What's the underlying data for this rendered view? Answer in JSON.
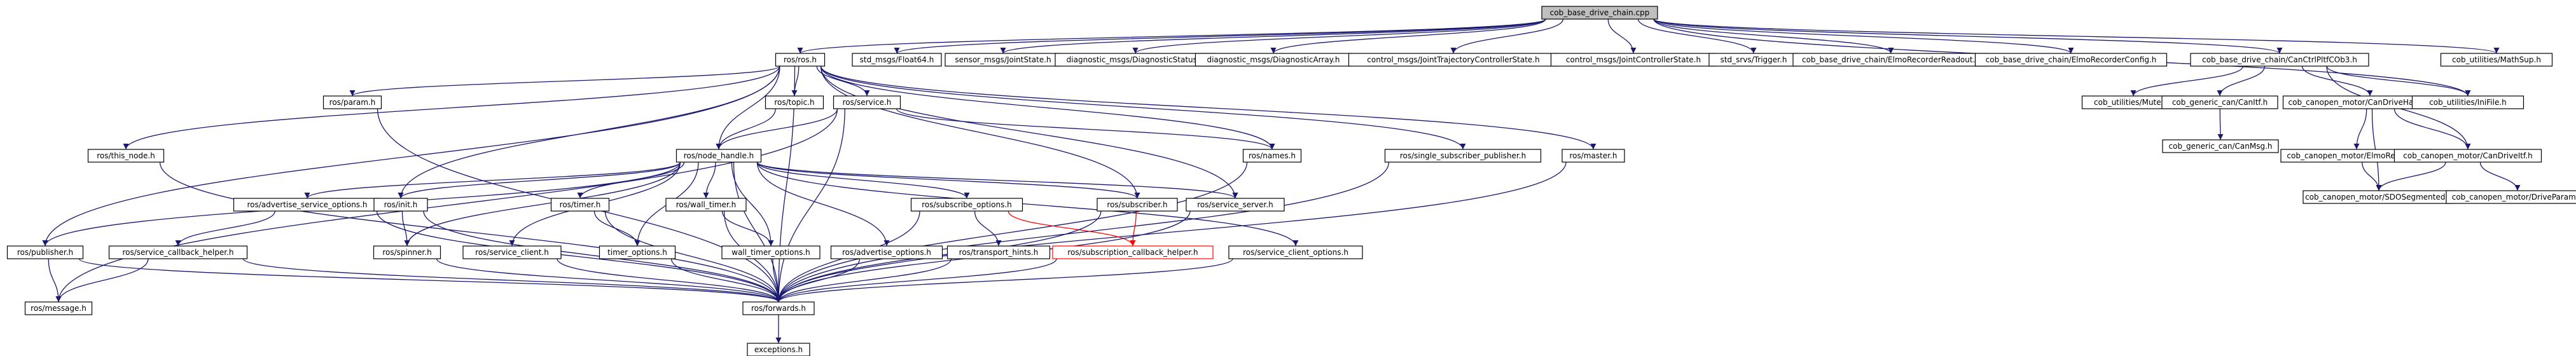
{
  "colors": {
    "edge": "#191970",
    "edge_highlight": "#ff0000",
    "root_fill": "#bfbfbf",
    "node_border": "#000000",
    "node_border_highlight": "#ff0000"
  },
  "nodes": [
    {
      "id": "root",
      "label": "cob_base_drive_chain.cpp",
      "style": "root"
    },
    {
      "id": "rosros",
      "label": "ros/ros.h"
    },
    {
      "id": "float64",
      "label": "std_msgs/Float64.h"
    },
    {
      "id": "jointstate",
      "label": "sensor_msgs/JointState.h"
    },
    {
      "id": "diagstatus",
      "label": "diagnostic_msgs/DiagnosticStatus.h"
    },
    {
      "id": "diagarray",
      "label": "diagnostic_msgs/DiagnosticArray.h"
    },
    {
      "id": "jtcstate",
      "label": "control_msgs/JointTrajectoryControllerState.h"
    },
    {
      "id": "jcstate",
      "label": "control_msgs/JointControllerState.h"
    },
    {
      "id": "trigger",
      "label": "std_srvs/Trigger.h"
    },
    {
      "id": "elmoreadout",
      "label": "cob_base_drive_chain/ElmoRecorderReadout.h"
    },
    {
      "id": "elmoconfig",
      "label": "cob_base_drive_chain/ElmoRecorderConfig.h"
    },
    {
      "id": "canctrl",
      "label": "cob_base_drive_chain/CanCtrlPltfCOb3.h"
    },
    {
      "id": "mathsup",
      "label": "cob_utilities/MathSup.h"
    },
    {
      "id": "thisnode",
      "label": "ros/this_node.h"
    },
    {
      "id": "param",
      "label": "ros/param.h"
    },
    {
      "id": "topic",
      "label": "ros/topic.h"
    },
    {
      "id": "service",
      "label": "ros/service.h"
    },
    {
      "id": "names",
      "label": "ros/names.h"
    },
    {
      "id": "singlepub",
      "label": "ros/single_subscriber_publisher.h"
    },
    {
      "id": "master",
      "label": "ros/master.h"
    },
    {
      "id": "mutex",
      "label": "cob_utilities/Mutex.h"
    },
    {
      "id": "canitf",
      "label": "cob_generic_can/CanItf.h"
    },
    {
      "id": "candriveharm",
      "label": "cob_canopen_motor/CanDriveHarmonica.h"
    },
    {
      "id": "inifile",
      "label": "cob_utilities/IniFile.h"
    },
    {
      "id": "nodehandle",
      "label": "ros/node_handle.h"
    },
    {
      "id": "canmsg",
      "label": "cob_generic_can/CanMsg.h"
    },
    {
      "id": "elmorec",
      "label": "cob_canopen_motor/ElmoRecorder.h"
    },
    {
      "id": "candriveitf",
      "label": "cob_canopen_motor/CanDriveItf.h"
    },
    {
      "id": "advsrvopts",
      "label": "ros/advertise_service_options.h"
    },
    {
      "id": "rosinit",
      "label": "ros/init.h"
    },
    {
      "id": "rostimer",
      "label": "ros/timer.h"
    },
    {
      "id": "walltimer",
      "label": "ros/wall_timer.h"
    },
    {
      "id": "subopts",
      "label": "ros/subscribe_options.h"
    },
    {
      "id": "subscriber",
      "label": "ros/subscriber.h"
    },
    {
      "id": "srvserver",
      "label": "ros/service_server.h"
    },
    {
      "id": "sdoseg",
      "label": "cob_canopen_motor/SDOSegmented.h"
    },
    {
      "id": "driveparam",
      "label": "cob_canopen_motor/DriveParam.h"
    },
    {
      "id": "publisher",
      "label": "ros/publisher.h"
    },
    {
      "id": "srvcbhelper",
      "label": "ros/service_callback_helper.h"
    },
    {
      "id": "spinner",
      "label": "ros/spinner.h"
    },
    {
      "id": "srvclient",
      "label": "ros/service_client.h"
    },
    {
      "id": "timeropts",
      "label": "timer_options.h"
    },
    {
      "id": "walltimeropts",
      "label": "wall_timer_options.h"
    },
    {
      "id": "advopts",
      "label": "ros/advertise_options.h"
    },
    {
      "id": "transporthints",
      "label": "ros/transport_hints.h"
    },
    {
      "id": "subcbhelper",
      "label": "ros/subscription_callback_helper.h",
      "style": "red"
    },
    {
      "id": "srvclientopts",
      "label": "ros/service_client_options.h"
    },
    {
      "id": "message",
      "label": "ros/message.h"
    },
    {
      "id": "forwards",
      "label": "ros/forwards.h"
    },
    {
      "id": "exceptions",
      "label": "exceptions.h"
    }
  ],
  "edges": [
    [
      "root",
      "rosros"
    ],
    [
      "root",
      "float64"
    ],
    [
      "root",
      "jointstate"
    ],
    [
      "root",
      "diagstatus"
    ],
    [
      "root",
      "diagarray"
    ],
    [
      "root",
      "jtcstate"
    ],
    [
      "root",
      "jcstate"
    ],
    [
      "root",
      "trigger"
    ],
    [
      "root",
      "elmoreadout"
    ],
    [
      "root",
      "elmoconfig"
    ],
    [
      "root",
      "canctrl"
    ],
    [
      "root",
      "mathsup"
    ],
    [
      "root",
      "inifile"
    ],
    [
      "rosros",
      "thisnode"
    ],
    [
      "rosros",
      "param"
    ],
    [
      "rosros",
      "topic"
    ],
    [
      "rosros",
      "service"
    ],
    [
      "rosros",
      "names"
    ],
    [
      "rosros",
      "singlepub"
    ],
    [
      "rosros",
      "master"
    ],
    [
      "rosros",
      "nodehandle"
    ],
    [
      "rosros",
      "rosinit"
    ],
    [
      "rosros",
      "publisher"
    ],
    [
      "rosros",
      "subscriber"
    ],
    [
      "rosros",
      "srvserver"
    ],
    [
      "rosros",
      "forwards"
    ],
    [
      "thisnode",
      "forwards"
    ],
    [
      "param",
      "forwards"
    ],
    [
      "topic",
      "nodehandle"
    ],
    [
      "service",
      "nodehandle"
    ],
    [
      "service",
      "names"
    ],
    [
      "service",
      "forwards"
    ],
    [
      "service",
      "message"
    ],
    [
      "names",
      "forwards"
    ],
    [
      "singlepub",
      "forwards"
    ],
    [
      "master",
      "forwards"
    ],
    [
      "nodehandle",
      "advsrvopts"
    ],
    [
      "nodehandle",
      "rosinit"
    ],
    [
      "nodehandle",
      "rostimer"
    ],
    [
      "nodehandle",
      "walltimer"
    ],
    [
      "nodehandle",
      "subopts"
    ],
    [
      "nodehandle",
      "subscriber"
    ],
    [
      "nodehandle",
      "srvserver"
    ],
    [
      "nodehandle",
      "publisher"
    ],
    [
      "nodehandle",
      "srvclient"
    ],
    [
      "nodehandle",
      "timeropts"
    ],
    [
      "nodehandle",
      "walltimeropts"
    ],
    [
      "nodehandle",
      "advopts"
    ],
    [
      "nodehandle",
      "srvclientopts"
    ],
    [
      "nodehandle",
      "spinner"
    ],
    [
      "nodehandle",
      "forwards"
    ],
    [
      "advsrvopts",
      "srvcbhelper"
    ],
    [
      "advsrvopts",
      "forwards"
    ],
    [
      "rosinit",
      "spinner"
    ],
    [
      "rosinit",
      "forwards"
    ],
    [
      "rostimer",
      "timeropts"
    ],
    [
      "rostimer",
      "forwards"
    ],
    [
      "walltimer",
      "walltimeropts"
    ],
    [
      "walltimer",
      "forwards"
    ],
    [
      "subopts",
      "transporthints"
    ],
    [
      "subopts",
      "subcbhelper",
      "red"
    ],
    [
      "subopts",
      "forwards"
    ],
    [
      "subscriber",
      "subcbhelper",
      "red"
    ],
    [
      "subscriber",
      "forwards"
    ],
    [
      "srvserver",
      "forwards"
    ],
    [
      "publisher",
      "message"
    ],
    [
      "publisher",
      "forwards"
    ],
    [
      "srvcbhelper",
      "message"
    ],
    [
      "srvcbhelper",
      "forwards"
    ],
    [
      "spinner",
      "forwards"
    ],
    [
      "srvclient",
      "forwards"
    ],
    [
      "timeropts",
      "forwards"
    ],
    [
      "walltimeropts",
      "forwards"
    ],
    [
      "advopts",
      "forwards"
    ],
    [
      "transporthints",
      "forwards"
    ],
    [
      "subcbhelper",
      "forwards"
    ],
    [
      "srvclientopts",
      "forwards"
    ],
    [
      "forwards",
      "exceptions"
    ],
    [
      "canctrl",
      "mutex"
    ],
    [
      "canctrl",
      "canitf"
    ],
    [
      "canctrl",
      "candriveharm"
    ],
    [
      "canctrl",
      "inifile"
    ],
    [
      "canctrl",
      "candriveitf"
    ],
    [
      "canitf",
      "canmsg"
    ],
    [
      "candriveharm",
      "elmorec"
    ],
    [
      "candriveharm",
      "candriveitf"
    ],
    [
      "candriveharm",
      "sdoseg"
    ],
    [
      "elmorec",
      "sdoseg"
    ],
    [
      "candriveitf",
      "sdoseg"
    ],
    [
      "candriveitf",
      "driveparam"
    ]
  ]
}
